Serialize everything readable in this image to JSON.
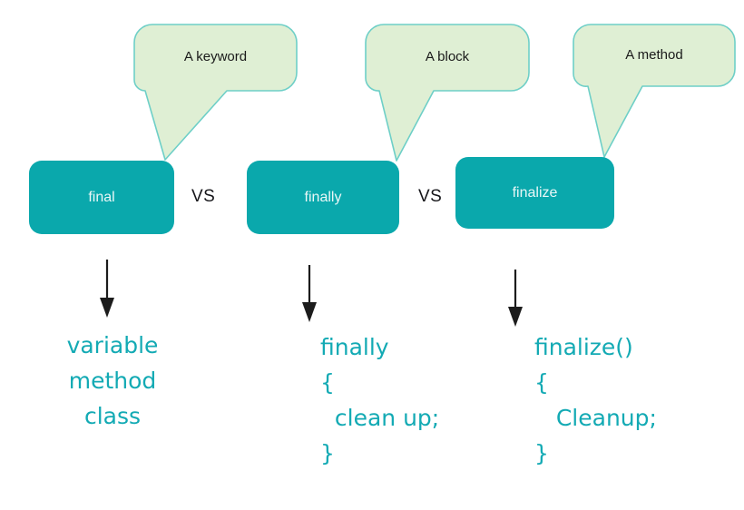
{
  "diagram": {
    "title": "final VS finally VS finalize",
    "colors": {
      "box_fill": "#0aa8ac",
      "box_text": "#eaf7f7",
      "bubble_fill": "#dfefd4",
      "bubble_border": "#6ecfc7",
      "bubble_text": "#1a1a1a",
      "arrow": "#1c1c1c",
      "code_text": "#13aab4",
      "vs_text": "#16161a",
      "background": "#ffffff"
    },
    "callouts": [
      {
        "id": "keyword",
        "label": "A keyword"
      },
      {
        "id": "block",
        "label": "A block"
      },
      {
        "id": "method",
        "label": "A method"
      }
    ],
    "boxes": [
      {
        "id": "final",
        "label": "final"
      },
      {
        "id": "finally",
        "label": "finally"
      },
      {
        "id": "finalize",
        "label": "finalize"
      }
    ],
    "separators": [
      {
        "id": "vs-1",
        "label": "VS"
      },
      {
        "id": "vs-2",
        "label": "VS"
      }
    ],
    "arrows": [
      {
        "id": "arrow-final"
      },
      {
        "id": "arrow-finally"
      },
      {
        "id": "arrow-finalize"
      }
    ],
    "details": [
      {
        "id": "final-details",
        "lines": [
          "variable",
          "method",
          "class"
        ],
        "text": "variable\nmethod\nclass"
      },
      {
        "id": "finally-details",
        "lines": [
          "finally",
          "{",
          "  clean up;",
          "}"
        ],
        "text": "finally\n{\n  clean up;\n}"
      },
      {
        "id": "finalize-details",
        "lines": [
          "finalize()",
          "{",
          "   Cleanup;",
          "}"
        ],
        "text": "finalize()\n{\n   Cleanup;\n}"
      }
    ]
  }
}
